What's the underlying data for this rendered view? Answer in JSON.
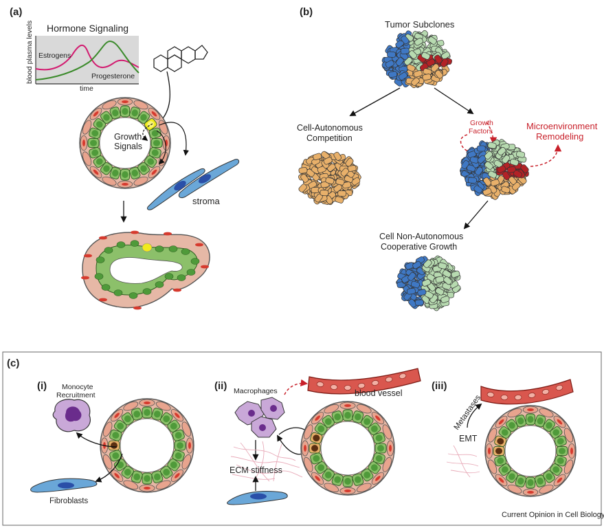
{
  "panel_a": {
    "label": "(a)",
    "title": "Hormone Signaling",
    "graph": {
      "y_label": "blood plasma levels",
      "x_label": "time",
      "series_estrogens": "Estrogens",
      "series_progesterone": "Progesterone"
    },
    "growth_signals": "Growth\nSignals",
    "stroma": "stroma"
  },
  "panel_b": {
    "label": "(b)",
    "tumor_subclones": "Tumor Subclones",
    "cell_autonomous": "Cell-Autonomous\nCompetition",
    "growth_factors": "Growth\nFactors",
    "microenvironment": "Microenvironment\nRemodeling",
    "cell_non_autonomous": "Cell Non-Autonomous\nCooperative Growth"
  },
  "panel_c": {
    "label": "(c)",
    "sub_i": "(i)",
    "monocyte": "Monocyte\nRecruitment",
    "fibroblasts": "Fibroblasts",
    "sub_ii": "(ii)",
    "macrophages": "Macrophages",
    "blood_vessel": "blood vessel",
    "ecm_stiffness": "ECM stiffness",
    "sub_iii": "(iii)",
    "metastases": "Metastases",
    "emt": "EMT"
  },
  "footer": {
    "journal": "Current Opinion in Cell Biology"
  },
  "colors": {
    "epithelial_green": "#4f9a3a",
    "epithelial_outline": "#2c5e20",
    "myoepithelial_pink": "#e8a48e",
    "myo_red_nucleus": "#d63a2e",
    "stroma_blue": "#6aa7d8",
    "stroma_nucleus": "#2a4fa8",
    "clone_blue": "#3f78c4",
    "clone_green": "#b7dab0",
    "clone_red": "#b32226",
    "clone_orange": "#e8b06a",
    "macrophage_purple": "#c9a8d8",
    "monocyte_nucleus": "#6a2c8c",
    "vessel_red": "#d9574e",
    "accent_red": "#c8202a",
    "yellow_cell": "#f2ea1c",
    "estrogen_line": "#d21a6f",
    "progesterone_line": "#3a8a2a"
  }
}
